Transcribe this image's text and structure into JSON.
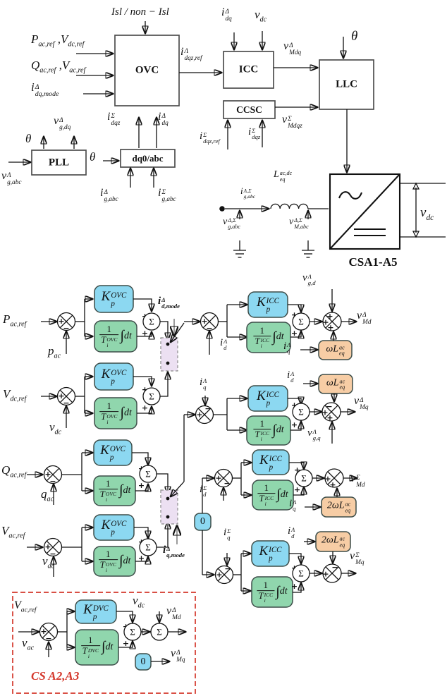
{
  "sym": {
    "plus": "+",
    "minus": "−",
    "sigma": "Σ"
  },
  "colors": {
    "cyan": "#8cd8f1",
    "green": "#90d6ad",
    "orange": "#f7cda5",
    "lavender": "#ece0f2",
    "red": "#d4372b",
    "line": "#111111",
    "gray": "#8a8a8a"
  },
  "boxes": {
    "ovc": "OVC",
    "icc": "ICC",
    "ccsc": "CCSC",
    "llc": "LLC",
    "pll": "PLL",
    "dq0": "dq0/abc",
    "converter": "CSA1-A5",
    "cs": "CS A2,A3"
  },
  "blocks": {
    "kp_ovc": "K^{OVC}_{p}",
    "kp_icc": "K^{ICC}_{p}",
    "kp_dvc": "K^{DVC}_{p}",
    "one": "1",
    "t_ovc": "T^{OVC}_{i}",
    "t_icc": "T^{ICC}_{i}",
    "t_dvc": "T^{DVC}_{i}",
    "int": "∫",
    "dt": "dt",
    "omega": "ωL^{ac}_{eq}",
    "omega2": "2ωL^{ac}_{eq}",
    "zero": "0"
  },
  "labels": {
    "isl": "Isl / non − Isl",
    "ovc_in1": "P_{ac,ref} ,V_{dc,ref}",
    "ovc_in2": "Q_{ac,ref} ,V_{ac,ref}",
    "ovc_in3": "i^{Δ}_{dq,mode}",
    "ovc_out": "i^{Λ}_{dqz,ref}",
    "icc_in1": "i^{Δ}_{dq}",
    "icc_in2": "v_{dc}",
    "icc_out": "v^{Δ}_{Mdq}",
    "theta": "θ",
    "ccsc_out": "v^{Σ}_{Mdqz}",
    "ccsc_in1": "i^{Σ}_{dqz,ref}",
    "ccsc_in2": "i^{Σ}_{dqz}",
    "pll_vgdq": "v^{Δ}_{g,dq}",
    "pll_in": "v^{Λ}_{g,abc}",
    "dq0_out1": "i^{Σ}_{dqz}",
    "dq0_out2": "i^{Δ}_{dq}",
    "dq0_in1": "i^{Δ}_{g,abc}",
    "dq0_in2": "i^{Σ}_{g,abc}",
    "conv_i": "i^{Λ,Σ}_{g,abc}",
    "conv_L": "L^{ac,dc}_{eq}",
    "conv_vg": "v^{Δ,Σ}_{g,abc}",
    "conv_vM": "v^{Δ,Σ}_{M,abc}",
    "vdc_out": "v_{dc}",
    "P_ref": "P_{ac,ref}",
    "p_ac": "p_{ac}",
    "Vdc_ref": "V_{dc,ref}",
    "vdc_fb": "v_{dc}",
    "Q_ref": "Q_{ac,ref}",
    "q_ac": "q_{ac}",
    "Vac_ref": "V_{ac,ref}",
    "vac_fb": "v_{ac}",
    "id_mode": "i^{Δ}_{d,mode}",
    "iq_mode": "i^{Δ}_{q,mode}",
    "id_fb": "i^{Λ}_{d}",
    "iq_fb": "i^{Λ}_{q}",
    "isd_fb": "i^{Σ}_{d}",
    "isq_fb": "i^{Σ}_{q}",
    "vgd": "v^{Λ}_{g,d}",
    "vgq": "v^{Λ}_{g,q}",
    "iq_ff1": "i^{Λ}_{q}",
    "id_ff2": "i^{Λ}_{d}",
    "iq_ff3": "i^{Λ}_{q}",
    "id_ff4": "i^{Λ}_{d}",
    "vMd1": "v^{Δ}_{Md}",
    "vMq2": "v^{Δ}_{Mq}",
    "vMd3": "v^{Σ}_{Md}",
    "vMq4": "v^{Σ}_{Mq}",
    "dvc_ref": "V_{ac,ref}",
    "dvc_vac": "v_{ac}",
    "dvc_vdc": "v_{dc}",
    "dvc_vMd": "v^{Δ}_{Md}",
    "dvc_vMq": "v^{Δ}_{Mq}"
  }
}
